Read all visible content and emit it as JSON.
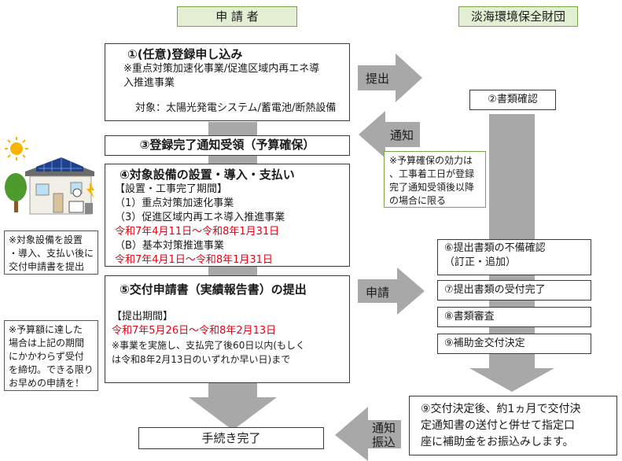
{
  "headers": {
    "applicant": "申 請 者",
    "foundation": "淡海環境保全財団"
  },
  "step1": {
    "title": "①(任意)登録申し込み",
    "lines": [
      "※重点対策加速化事業/促進区域内再エネ導",
      "入推進事業",
      "",
      "対象：太陽光発電システム/蓄電池/断熱設備"
    ]
  },
  "step3": {
    "title": "③登録完了通知受領（予算確保）"
  },
  "step4": {
    "title": "④対象設備の設置・導入・支払い",
    "period_label": "【設置・工事完了期間】",
    "item1": "（1）重点対策加速化事業",
    "item3": "（3）促進区域内再エネ導入推進事業",
    "date1": "令和7年4月11日～令和8年1月31日",
    "itemB": "（B）基本対策推進事業",
    "date2": "令和7年4月1日～令和8年1月31日"
  },
  "step5": {
    "title": "⑤交付申請書（実績報告書）の提出",
    "period_label": "【提出期間】",
    "date": "令和7年5月26日～令和8年2月13日",
    "note1": "※事業を実施し、支払完了後60日以内(もしく",
    "note2": "は令和8年2月13日のいずれか早い日)まで"
  },
  "done": {
    "label": "手続き完了"
  },
  "foundation_steps": {
    "step2": "②書類確認",
    "step6a": "⑥提出書類の不備確認",
    "step6b": "（訂正・追加）",
    "step7": "⑦提出書類の受付完了",
    "step8": "⑧書類審査",
    "step9": "⑨補助金交付決定"
  },
  "final_notice": [
    "⑨交付決定後、約1ヵ月で交付決",
    "定通知書の送付と併せて指定口",
    "座に補助金をお振込みします。"
  ],
  "arrows": {
    "submit": "提出",
    "notify": "通知",
    "apply": "申請",
    "notify_pay1": "通知",
    "notify_pay2": "振込"
  },
  "notes": {
    "budget": [
      "※予算確保の効力は",
      "、工事着工日が登録",
      "完了通知受領後以降",
      "の場合に限る"
    ],
    "apply_after": [
      "※対象設備を設置",
      "・導入、支払い後に",
      "交付申請書を提出"
    ],
    "budget_reached": [
      "※予算額に達した",
      "場合は上記の期間",
      "にかかわらず受付",
      "を締切。できる限り",
      "お早めの申請を！"
    ]
  },
  "colors": {
    "green_header": "#e3efd3",
    "green_border": "#7aa64a",
    "arrow_gray": "#a8a8a8",
    "red": "#e60012"
  }
}
